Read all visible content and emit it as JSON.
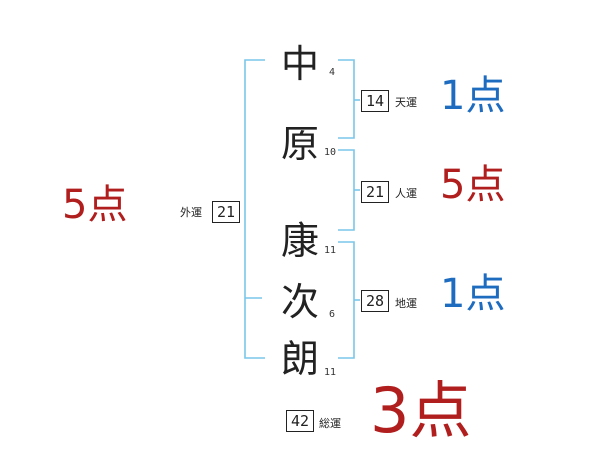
{
  "name_chars": [
    {
      "char": "中",
      "strokes": "4"
    },
    {
      "char": "原",
      "strokes": "10"
    },
    {
      "char": "康",
      "strokes": "11"
    },
    {
      "char": "次",
      "strokes": "6"
    },
    {
      "char": "朗",
      "strokes": "11"
    }
  ],
  "fortunes": {
    "tenkaku": {
      "value": "14",
      "label": "天運",
      "score": "1点"
    },
    "jinkaku": {
      "value": "21",
      "label": "人運",
      "score": "5点"
    },
    "chikaku": {
      "value": "28",
      "label": "地運",
      "score": "1点"
    },
    "gaikaku": {
      "value": "21",
      "label": "外運",
      "score": "5点"
    },
    "soukaku": {
      "value": "42",
      "label": "総運",
      "score": "3点"
    }
  },
  "colors": {
    "bracket": "#79c6ea",
    "score_blue": "#1e6cc0",
    "score_red": "#b11e1e",
    "box_border": "#222222"
  }
}
